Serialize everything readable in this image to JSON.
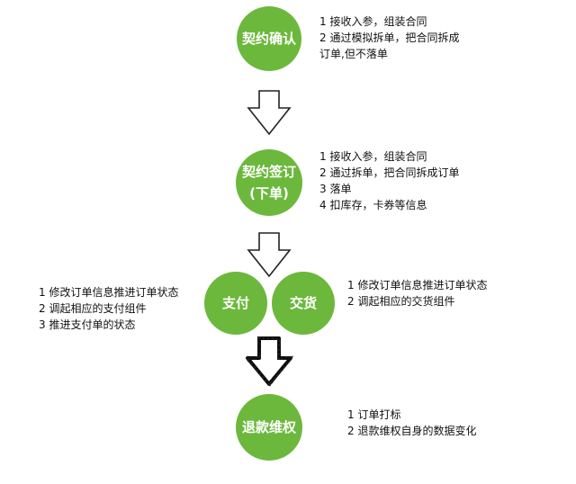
{
  "nodes": {
    "confirm": {
      "label": "契约确认",
      "color": "#6cb83d"
    },
    "sign": {
      "label_line1": "契约签订",
      "label_line2": "(下单)",
      "color": "#6cb83d"
    },
    "pay": {
      "label": "支付",
      "color": "#6cb83d"
    },
    "deliver": {
      "label": "交货",
      "color": "#6cb83d"
    },
    "refund": {
      "label": "退款维权",
      "color": "#6cb83d"
    }
  },
  "notes": {
    "confirm": [
      "1 接收入参，组装合同",
      "2 通过模拟拆单，把合同拆成",
      "订单,但不落单"
    ],
    "sign": [
      "1 接收入参，组装合同",
      "2 通过拆单，把合同拆成订单",
      "3 落单",
      "4 扣库存，卡券等信息"
    ],
    "pay": [
      "1 修改订单信息推进订单状态",
      "2 调起相应的支付组件",
      "3 推进支付单的状态"
    ],
    "deliver": [
      "1 修改订单信息推进订单状态",
      "2 调起相应的交货组件"
    ],
    "refund": [
      "1 订单打标",
      "2 退款维权自身的数据变化"
    ]
  },
  "arrows": [
    "down-arrow-outline",
    "down-arrow-outline",
    "down-arrow-scribble"
  ]
}
